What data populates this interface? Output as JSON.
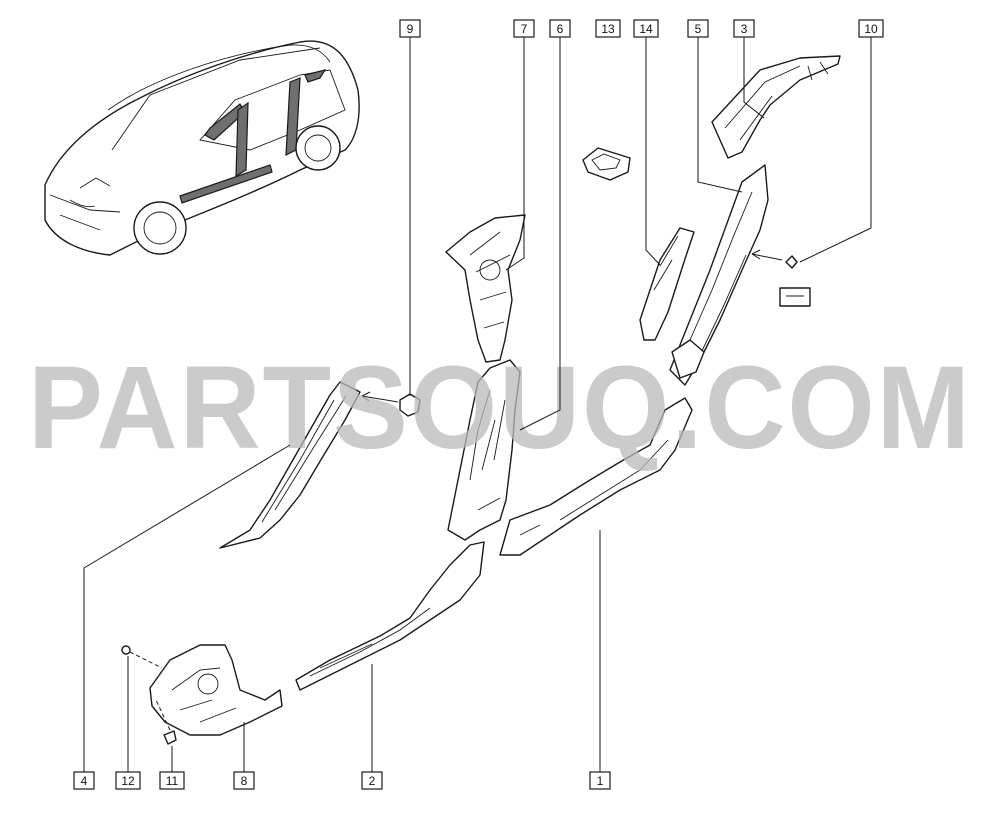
{
  "callouts": [
    {
      "id": "c9",
      "label": "9"
    },
    {
      "id": "c7",
      "label": "7"
    },
    {
      "id": "c6",
      "label": "6"
    },
    {
      "id": "c13",
      "label": "13"
    },
    {
      "id": "c14",
      "label": "14"
    },
    {
      "id": "c5",
      "label": "5"
    },
    {
      "id": "c3",
      "label": "3"
    },
    {
      "id": "c10",
      "label": "10"
    },
    {
      "id": "c4",
      "label": "4"
    },
    {
      "id": "c12",
      "label": "12"
    },
    {
      "id": "c11",
      "label": "11"
    },
    {
      "id": "c8",
      "label": "8"
    },
    {
      "id": "c2",
      "label": "2"
    },
    {
      "id": "c1",
      "label": "1"
    }
  ],
  "watermark": "PARTSOUQ.COM",
  "colors": {
    "line": "#1a1a1a",
    "watermark": "#b9b9b9",
    "background": "#ffffff"
  }
}
